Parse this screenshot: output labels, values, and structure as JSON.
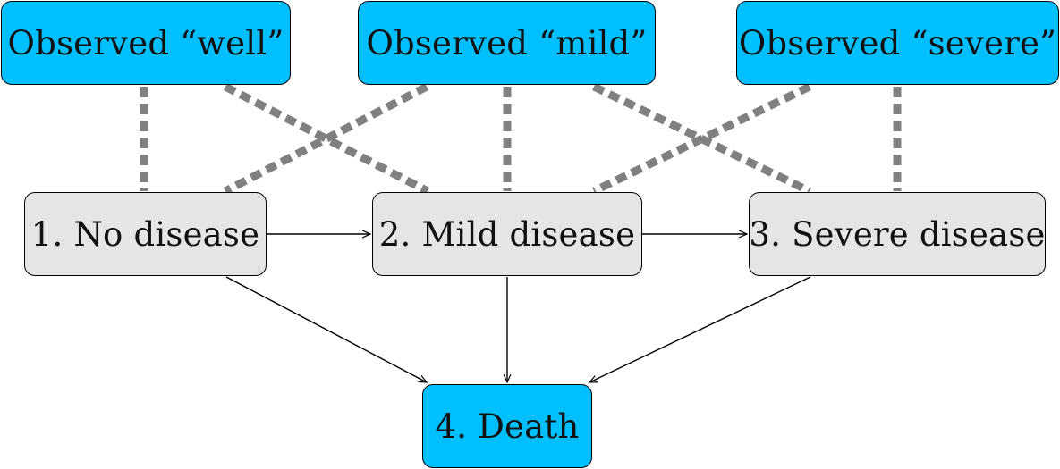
{
  "observations": {
    "well": "Observed “well”",
    "mild": "Observed “mild”",
    "severe": "Observed “severe”"
  },
  "states": {
    "no_disease": "1. No disease",
    "mild_disease": "2. Mild disease",
    "severe_disease": "3. Severe disease",
    "death": "4. Death"
  },
  "colors": {
    "observation_fill": "#00bfff",
    "state_fill": "#e5e5e5",
    "death_fill": "#00bfff",
    "dashed_link": "#808080",
    "arrow": "#000000"
  }
}
